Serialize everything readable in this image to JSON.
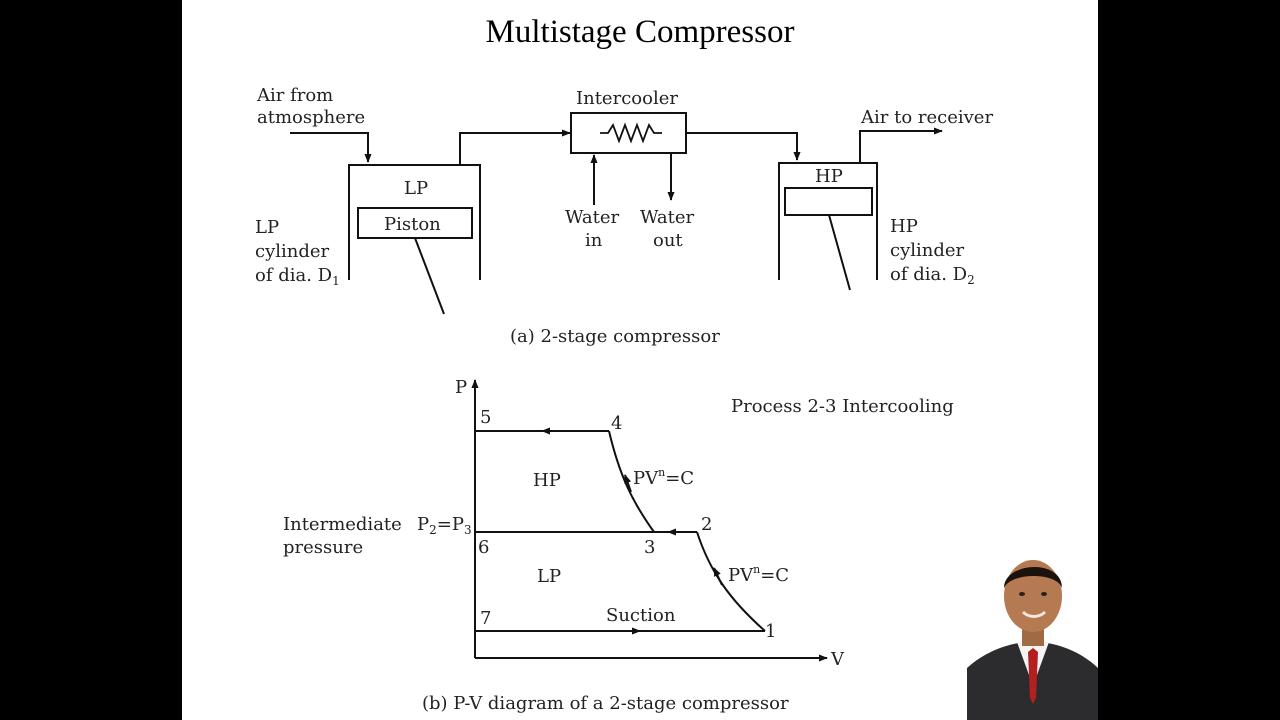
{
  "slide": {
    "title": "Multistage Compressor"
  },
  "schematic": {
    "air_from_line1": "Air from",
    "air_from_line2": "atmosphere",
    "intercooler": "Intercooler",
    "air_to_receiver": "Air to receiver",
    "lp": "LP",
    "piston": "Piston",
    "hp": "HP",
    "water_in_line1": "Water",
    "water_in_line2": "in",
    "water_out_line1": "Water",
    "water_out_line2": "out",
    "lp_cyl_line1": "LP",
    "lp_cyl_line2": "cylinder",
    "lp_cyl_line3": "of dia. D",
    "lp_cyl_sub": "1",
    "hp_cyl_line1": "HP",
    "hp_cyl_line2": "cylinder",
    "hp_cyl_line3": "of dia. D",
    "hp_cyl_sub": "2",
    "caption": "(a) 2-stage compressor"
  },
  "pv_diagram": {
    "axis_p": "P",
    "axis_v": "V",
    "process_note": "Process 2-3 Intercooling",
    "points": [
      "1",
      "2",
      "3",
      "4",
      "5",
      "6",
      "7"
    ],
    "hp_label": "HP",
    "lp_label": "LP",
    "polytropic_upper": "PV",
    "polytropic_lower": "PV",
    "poly_exp": "n",
    "poly_rhs": "=C",
    "intermediate_line1": "Intermediate",
    "intermediate_line2": "pressure",
    "p2": "P",
    "p2_sub": "2",
    "equals": "=",
    "p3": "P",
    "p3_sub": "3",
    "suction": "Suction",
    "caption": "(b) P-V diagram of a 2-stage compressor"
  }
}
